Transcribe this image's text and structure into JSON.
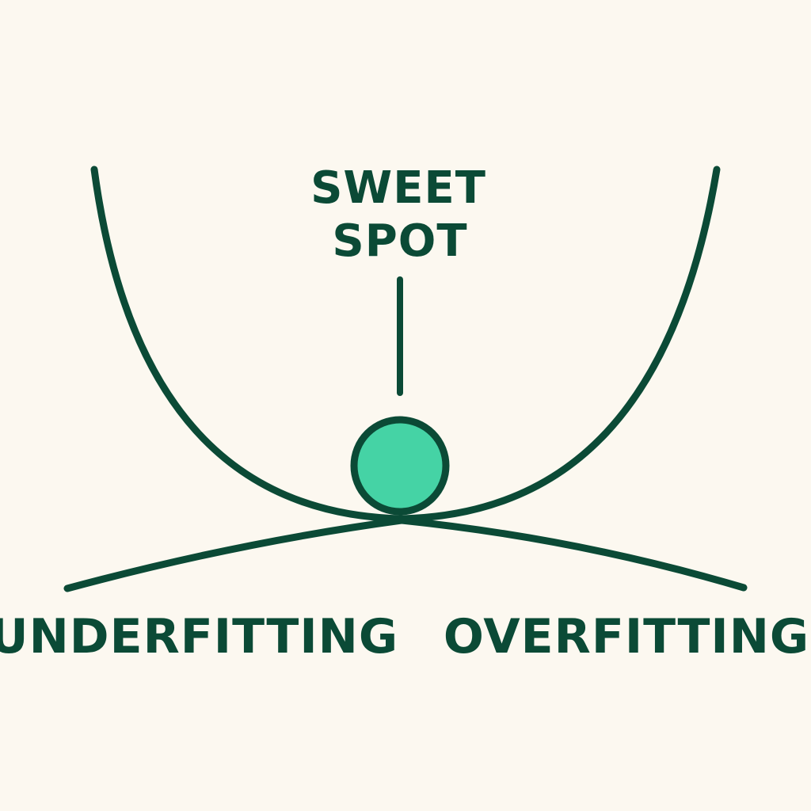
{
  "colors": {
    "background": "#fcf8f0",
    "ink": "#0b4a36",
    "ball_fill": "#45d3a5"
  },
  "labels": {
    "sweet_spot_line1": "SWEET",
    "sweet_spot_line2": "SPOT",
    "underfitting": "UNDERFITTING",
    "overfitting": "OVERFITTING"
  }
}
